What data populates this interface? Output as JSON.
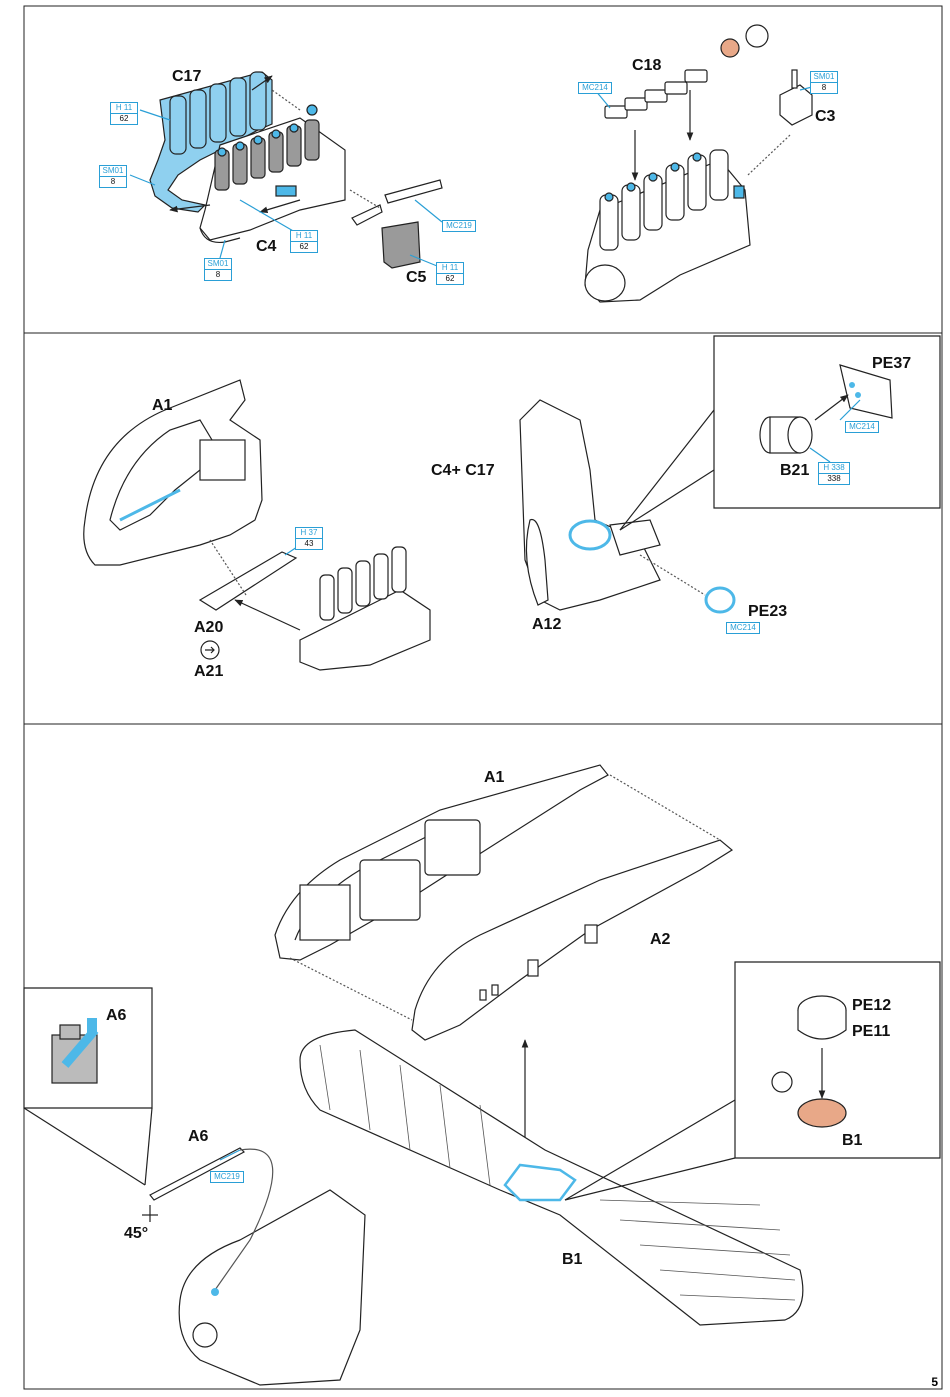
{
  "page_number": "5",
  "colors": {
    "outline": "#222222",
    "part_highlight": "#4db8e8",
    "paint_code": "#2a9fd6",
    "copper": "#e8a888",
    "engine_gray": "#9a9a9a"
  },
  "step1": {
    "labels": {
      "c17": "C17",
      "c4": "C4",
      "c5": "C5",
      "c18": "C18",
      "c3": "C3"
    },
    "paint": [
      {
        "code": "H 11",
        "num": "62"
      },
      {
        "code": "SM01",
        "num": "8"
      },
      {
        "code": "SM01",
        "num": "8"
      },
      {
        "code": "H 11",
        "num": "62"
      },
      {
        "code": "MC219",
        "num": ""
      },
      {
        "code": "H 11",
        "num": "62"
      },
      {
        "code": "MC214",
        "num": ""
      },
      {
        "code": "SM01",
        "num": "8"
      }
    ]
  },
  "step2": {
    "labels": {
      "a1": "A1",
      "a20": "A20",
      "a21": "A21",
      "c4c17": "C4+ C17",
      "a12": "A12",
      "pe23": "PE23",
      "pe37": "PE37",
      "b21": "B21"
    },
    "paint": [
      {
        "code": "H 37",
        "num": "43"
      },
      {
        "code": "MC214",
        "num": ""
      },
      {
        "code": "MC214",
        "num": ""
      },
      {
        "code": "H 338",
        "num": "338"
      }
    ]
  },
  "step3": {
    "labels": {
      "a1": "A1",
      "a2": "A2",
      "a6_inset": "A6",
      "a6": "A6",
      "angle": "45°",
      "b1": "B1",
      "pe12": "PE12",
      "pe11": "PE11",
      "b1_inset": "B1"
    },
    "paint": [
      {
        "code": "MC219",
        "num": ""
      }
    ]
  }
}
